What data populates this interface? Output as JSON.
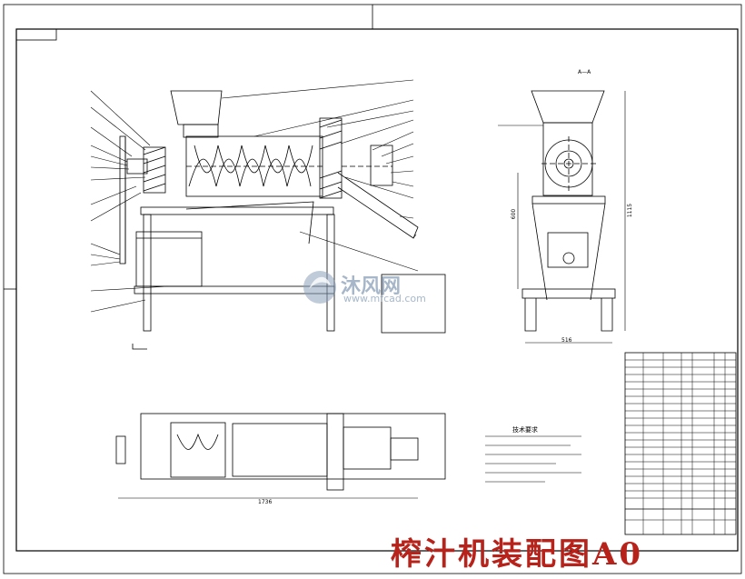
{
  "drawing": {
    "caption": "榨汁机装配图A0",
    "watermark_main": "沐风网",
    "watermark_url": "www.mfcad.com",
    "section_label": "A—A",
    "notes_heading": "技术要求",
    "dims": {
      "side_height": "600",
      "overall_height": "1115",
      "base_width": "516",
      "overall_length": "1736"
    },
    "colors": {
      "line": "#000000",
      "caption": "#b7221a",
      "watermark": "#8aa0b8"
    }
  }
}
